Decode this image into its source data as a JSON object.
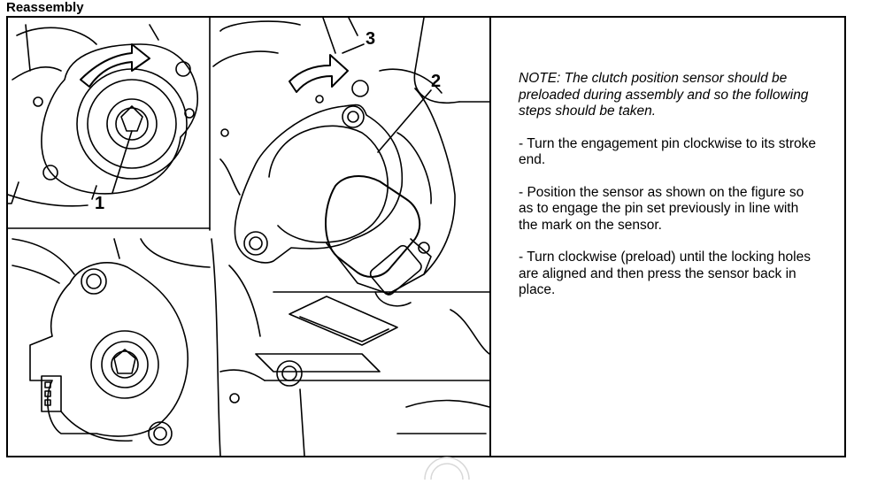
{
  "section": {
    "heading": "Reassembly"
  },
  "figure": {
    "callouts": [
      "1",
      "2",
      "3"
    ]
  },
  "instructions": {
    "note": "NOTE: The clutch position sensor should be preloaded during assembly and so the following steps should be taken.",
    "steps": [
      "- Turn the engagement pin clockwise to its stroke end.",
      "- Position the sensor as shown on the figure so as to engage the pin set previously in line with the mark on the sensor.",
      "- Turn clockwise (preload) until the locking holes are aligned and then press the sensor back in place."
    ]
  }
}
